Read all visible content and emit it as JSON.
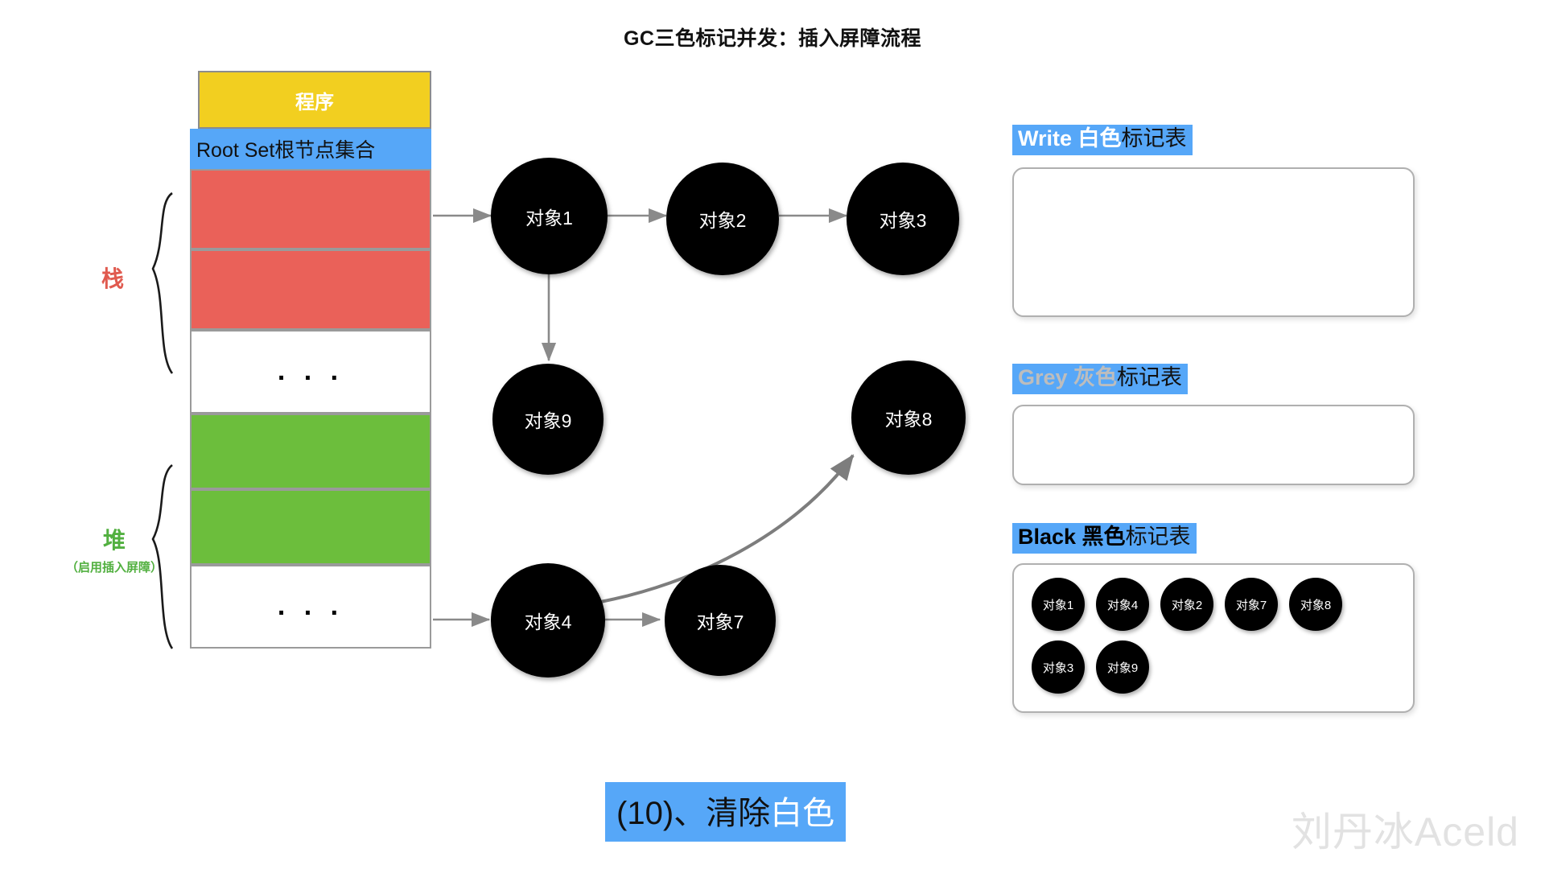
{
  "title": "GC三色标记并发：插入屏障流程",
  "memory": {
    "program_label": "程序",
    "rootset_label": "Root Set根节点集合",
    "ellipsis": ". . .",
    "cells": [
      {
        "name": "program",
        "kind": "program",
        "label": "程序",
        "color": "#f2cf20"
      },
      {
        "name": "root-set",
        "kind": "rootset",
        "label": "Root Set根节点集合",
        "color": "#56a7f8"
      },
      {
        "name": "stack-slot-1",
        "kind": "red",
        "label": "",
        "color": "#ea6159"
      },
      {
        "name": "stack-slot-2",
        "kind": "red",
        "label": "",
        "color": "#ea6159"
      },
      {
        "name": "stack-gap",
        "kind": "white",
        "label": ". . .",
        "color": "#ffffff"
      },
      {
        "name": "heap-slot-1",
        "kind": "green",
        "label": "",
        "color": "#6cbe3c"
      },
      {
        "name": "heap-slot-2",
        "kind": "green",
        "label": "",
        "color": "#6cbe3c"
      },
      {
        "name": "heap-gap",
        "kind": "white",
        "label": ". . .",
        "color": "#ffffff"
      }
    ]
  },
  "side_labels": {
    "stack": {
      "text": "栈",
      "sub": "",
      "color": "#e05a4f"
    },
    "heap": {
      "text": "堆",
      "sub": "（启用插入屏障）",
      "color": "#52b040"
    }
  },
  "graph": {
    "nodes": [
      {
        "id": "obj1",
        "label": "对象1"
      },
      {
        "id": "obj2",
        "label": "对象2"
      },
      {
        "id": "obj3",
        "label": "对象3"
      },
      {
        "id": "obj9",
        "label": "对象9"
      },
      {
        "id": "obj8",
        "label": "对象8"
      },
      {
        "id": "obj4",
        "label": "对象4"
      },
      {
        "id": "obj7",
        "label": "对象7"
      }
    ],
    "edges": [
      {
        "from": "stack-slot-1",
        "to": "obj1"
      },
      {
        "from": "obj1",
        "to": "obj2"
      },
      {
        "from": "obj2",
        "to": "obj3"
      },
      {
        "from": "obj1",
        "to": "obj9"
      },
      {
        "from": "heap-slot-2",
        "to": "obj4"
      },
      {
        "from": "obj4",
        "to": "obj7"
      },
      {
        "from": "obj4",
        "to": "obj8"
      }
    ]
  },
  "tables": [
    {
      "id": "white-table",
      "title_en": "Write 白色",
      "title_cn": "标记表",
      "title_style": "white",
      "items": []
    },
    {
      "id": "grey-table",
      "title_en": "Grey 灰色",
      "title_cn": "标记表",
      "title_style": "grey",
      "items": []
    },
    {
      "id": "black-table",
      "title_en": "Black 黑色",
      "title_cn": "标记表",
      "title_style": "black",
      "items": [
        [
          "对象1",
          "对象4",
          "对象2",
          "对象7",
          "对象8"
        ],
        [
          "对象3",
          "对象9"
        ]
      ]
    }
  ],
  "caption": {
    "prefix": "(10)、清除",
    "highlight": "白色"
  },
  "watermark": "刘丹冰Aceld",
  "colors": {
    "accent_blue": "#56a7f8",
    "program_yellow": "#f2cf20",
    "stack_red": "#ea6159",
    "heap_green": "#6cbe3c",
    "arrow_grey": "#8a8a8a",
    "node_black": "#000000"
  }
}
